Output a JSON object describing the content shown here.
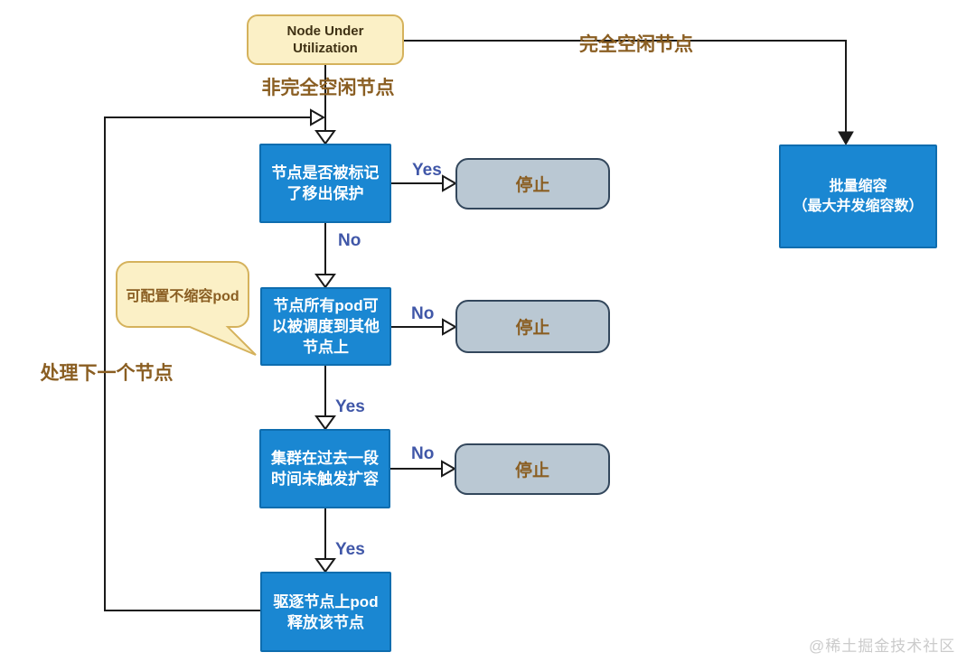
{
  "nodes": {
    "start": {
      "lines": [
        "Node Under",
        "Utilization"
      ]
    },
    "decision1": {
      "lines": [
        "节点是否被标记",
        "了移出保护"
      ]
    },
    "decision2": {
      "lines": [
        "节点所有pod可",
        "以被调度到其他",
        "节点上"
      ]
    },
    "decision3": {
      "lines": [
        "集群在过去一段",
        "时间未触发扩容"
      ]
    },
    "evict": {
      "lines": [
        "驱逐节点上pod",
        "释放该节点"
      ]
    },
    "batch_scale_down": {
      "lines": [
        "批量缩容",
        "（最大并发缩容数）"
      ]
    },
    "stop1": "停止",
    "stop2": "停止",
    "stop3": "停止",
    "note_callout": "可配置不缩容pod"
  },
  "edges": {
    "fully_idle_label": "完全空闲节点",
    "not_fully_idle_label": "非完全空闲节点",
    "process_next_label": "处理下一个节点",
    "d1_yes": "Yes",
    "d1_no": "No",
    "d2_no": "No",
    "d2_yes": "Yes",
    "d3_no": "No",
    "d3_yes": "Yes"
  },
  "watermark": "@稀土掘金技术社区",
  "colors": {
    "node_fill": "#1A87D2",
    "node_border": "#0E6DAF",
    "stop_fill": "#BAC8D3",
    "stop_border": "#33475C",
    "note_fill": "#FBF0C6",
    "note_border": "#D5B25C",
    "label_text": "#8A5E22",
    "yes_no_text": "#4057A8",
    "connector": "#1A1A1A",
    "watermark_text": "#CBCBCB"
  }
}
